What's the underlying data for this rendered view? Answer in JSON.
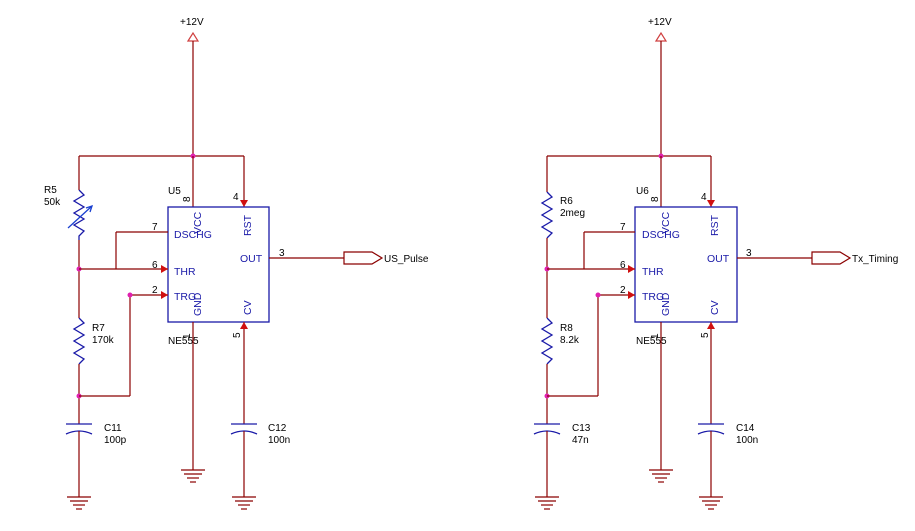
{
  "left": {
    "power": "+12V",
    "ic_ref": "U5",
    "ic_part": "NE555",
    "r_top_ref": "R5",
    "r_top_val": "50k",
    "r_bot_ref": "R7",
    "r_bot_val": "170k",
    "c_timing_ref": "C11",
    "c_timing_val": "100p",
    "c_cv_ref": "C12",
    "c_cv_val": "100n",
    "net_out": "US_Pulse"
  },
  "right": {
    "power": "+12V",
    "ic_ref": "U6",
    "ic_part": "NE555",
    "r_top_ref": "R6",
    "r_top_val": "2meg",
    "r_bot_ref": "R8",
    "r_bot_val": "8.2k",
    "c_timing_ref": "C13",
    "c_timing_val": "47n",
    "c_cv_ref": "C14",
    "c_cv_val": "100n",
    "net_out": "Tx_Timing"
  },
  "pins": {
    "vcc": "VCC",
    "rst": "RST",
    "dschg": "DSCHG",
    "thr": "THR",
    "trg": "TRG",
    "gnd": "GND",
    "cv": "CV",
    "out": "OUT",
    "n8": "8",
    "n4": "4",
    "n7": "7",
    "n6": "6",
    "n2": "2",
    "n1": "1",
    "n5": "5",
    "n3": "3"
  }
}
